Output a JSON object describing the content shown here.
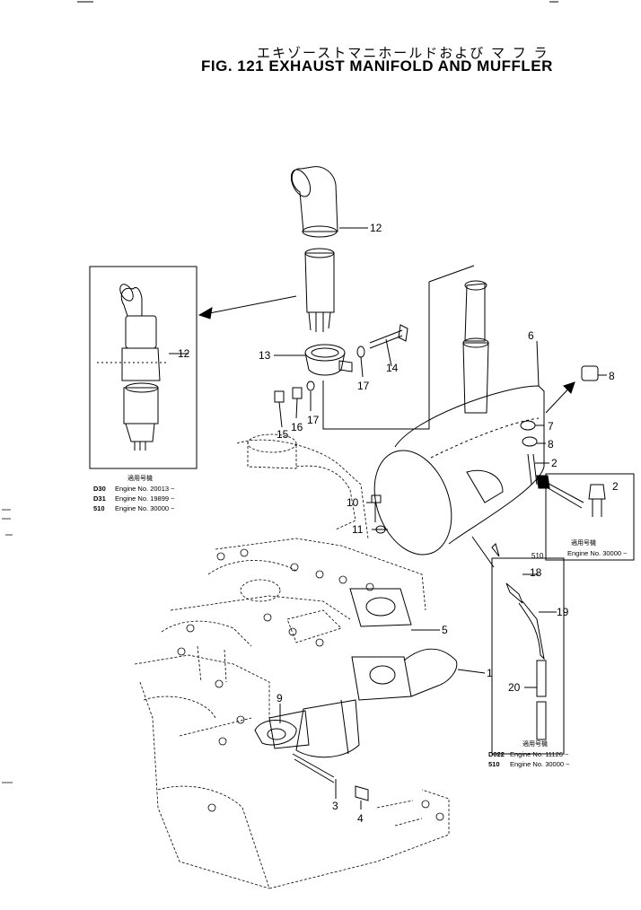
{
  "header": {
    "title_jp": "エキゾーストマニホールドおよび マ フ ラ",
    "title_en": "FIG. 121  EXHAUST MANIFOLD AND MUFFLER"
  },
  "callouts": {
    "p1": "1",
    "p2": "2",
    "p2b": "2",
    "p3": "3",
    "p4": "4",
    "p5": "5",
    "p6": "6",
    "p7": "7",
    "p8": "8",
    "p8b": "8",
    "p9": "9",
    "p10": "10",
    "p11": "11",
    "p12": "12",
    "p12b": "12",
    "p13": "13",
    "p14": "14",
    "p15": "15",
    "p16": "16",
    "p17": "17",
    "p17b": "17",
    "p18": "18",
    "p19": "19",
    "p20": "20",
    "s510": "510"
  },
  "notes": {
    "left": {
      "header": "適用号機",
      "rows": [
        {
          "model": "D30",
          "text": "Engine No. 20013 ~"
        },
        {
          "model": "D31",
          "text": "Engine No. 19899 ~"
        },
        {
          "model": "510",
          "text": "Engine No. 30000 ~"
        }
      ]
    },
    "right": {
      "header": "適用号機",
      "text": "Engine No. 30000 ~"
    },
    "bottom": {
      "header": "適用号機",
      "rows": [
        {
          "model": "D022",
          "text": "Engine No. 11126 ~"
        },
        {
          "model": "510",
          "text": "Engine No. 30000 ~"
        }
      ]
    }
  },
  "colors": {
    "ink": "#000000",
    "paper": "#ffffff"
  }
}
